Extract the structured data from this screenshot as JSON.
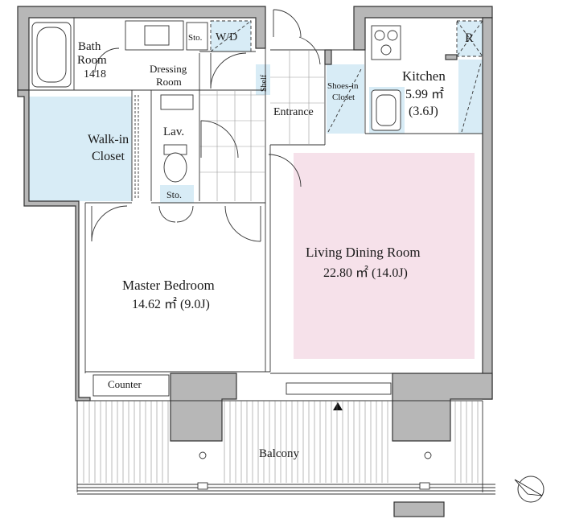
{
  "floorplan": {
    "rooms": {
      "bath_title": "Bath",
      "bath_title2": "Room",
      "bath_size": "1418",
      "sto_top": "Sto.",
      "wd": "W/D",
      "dressing": "Dressing",
      "dressing2": "Room",
      "shelf": "Shelf",
      "entrance": "Entrance",
      "shoes": "Shoes-in",
      "shoes2": "Closet",
      "kitchen": "Kitchen",
      "kitchen_area": "5.99 ㎡",
      "kitchen_j": "(3.6J)",
      "fridge": "R",
      "walkin": "Walk-in",
      "walkin2": "Closet",
      "lav": "Lav.",
      "sto_mid": "Sto.",
      "master": "Master Bedroom",
      "master_area": "14.62 ㎡ (9.0J)",
      "living": "Living Dining Room",
      "living_area": "22.80 ㎡ (14.0J)",
      "counter": "Counter",
      "balcony": "Balcony"
    },
    "colors": {
      "wall": "#b7b7b7",
      "closet_fill": "#d8ecf6",
      "living_fill": "#f6e1ea"
    },
    "compass_icon": "north-arrow-icon"
  }
}
